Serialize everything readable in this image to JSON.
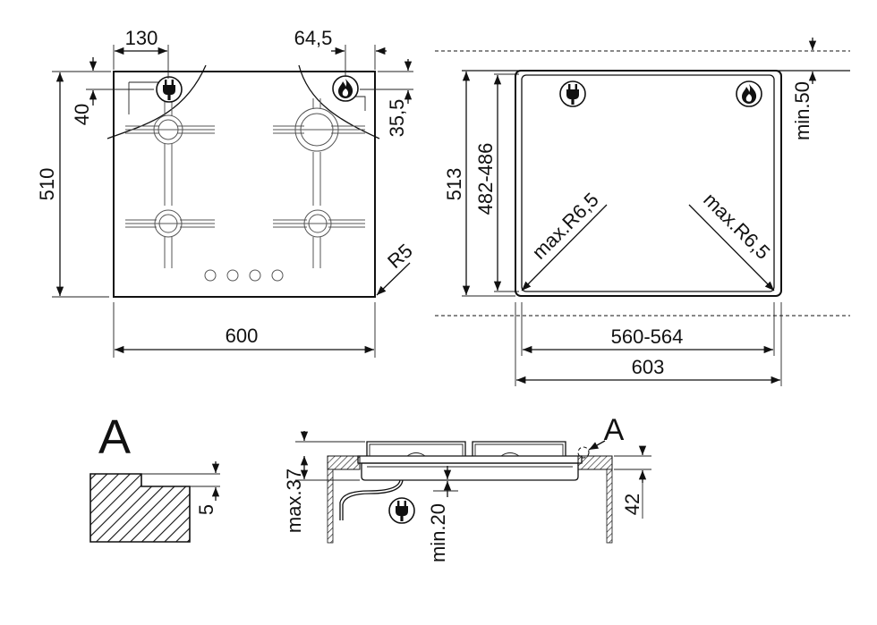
{
  "diagram": {
    "hob_top_view": {
      "width": "600",
      "depth": "510",
      "plug_offset_x": "130",
      "plug_offset_y": "40",
      "gas_offset_x": "64,5",
      "gas_offset_y": "35,5",
      "corner_radius": "R5"
    },
    "cutout_view": {
      "depth": "513",
      "inner_depth": "482-486",
      "clearance": "min.50",
      "radius_left": "max.R6,5",
      "radius_right": "max.R6,5",
      "inner_width": "560-564",
      "width": "603"
    },
    "detail_a": {
      "letter": "A",
      "step": "5"
    },
    "section_view": {
      "letter": "A",
      "height": "max.37",
      "clearance_below": "min.20",
      "worktop": "42"
    },
    "icons": [
      "plug-icon",
      "gas-flame-icon"
    ]
  }
}
